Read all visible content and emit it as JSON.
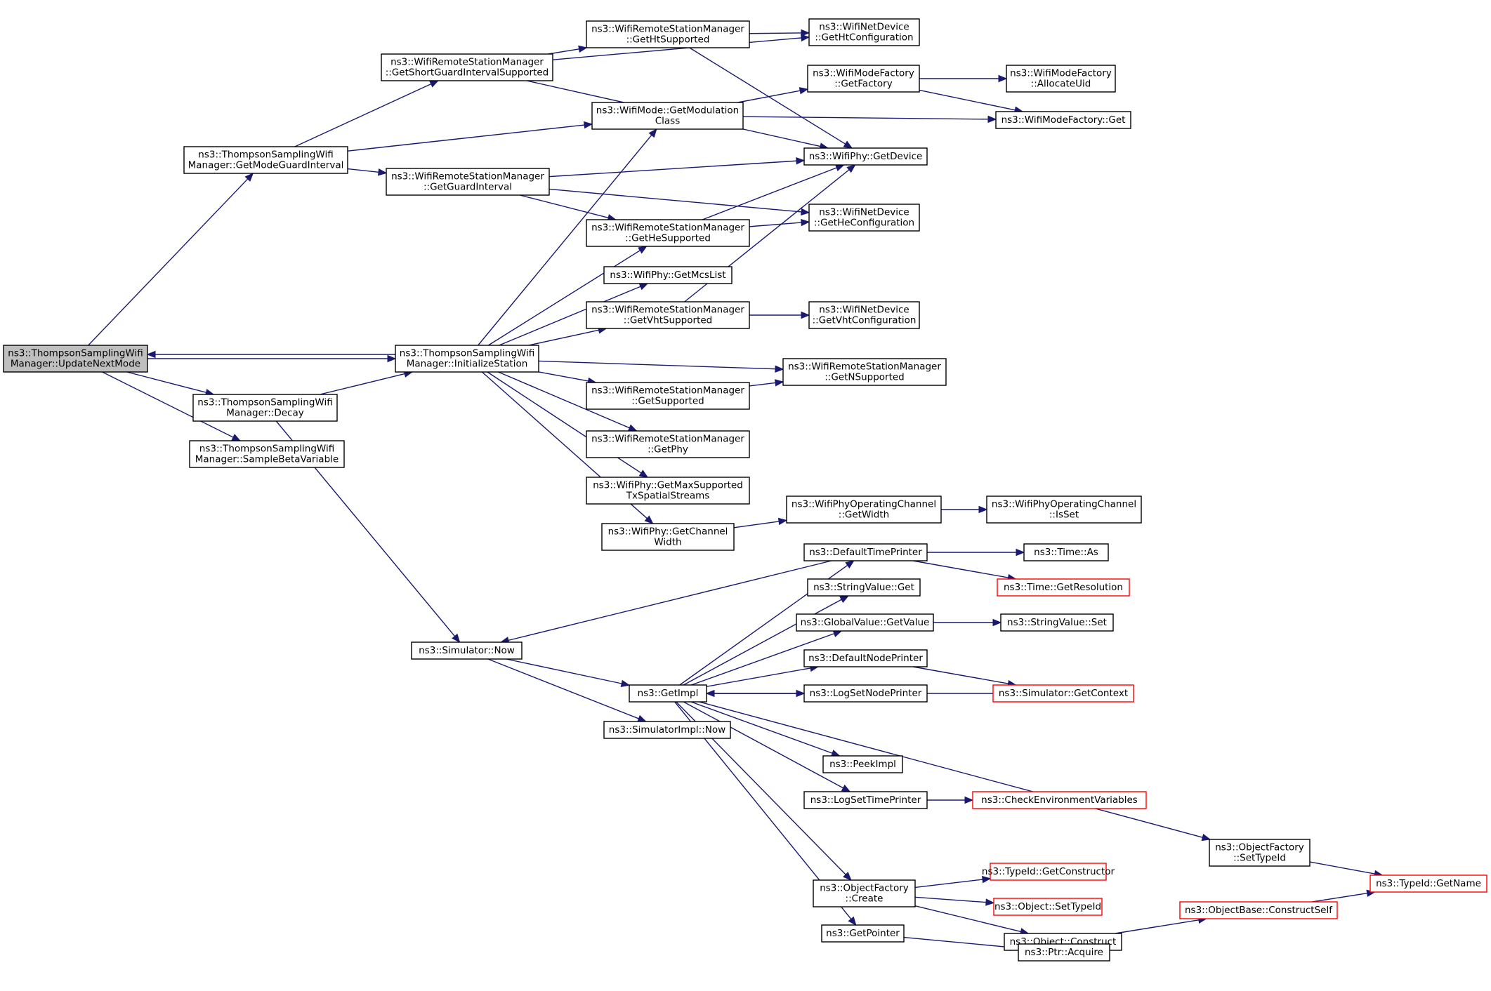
{
  "colors": {
    "edge": "#191970",
    "root_fill": "#bfbfbf",
    "node_border": "#000000",
    "external_border": "#ff0000"
  },
  "nodes": [
    {
      "id": "n0",
      "kind": "root",
      "lines": [
        "ns3::ThompsonSamplingWifi",
        "Manager::UpdateNextMode"
      ]
    },
    {
      "id": "n1",
      "kind": "normal",
      "lines": [
        "ns3::ThompsonSamplingWifi",
        "Manager::GetModeGuardInterval"
      ]
    },
    {
      "id": "n2",
      "kind": "normal",
      "lines": [
        "ns3::WifiRemoteStationManager",
        "::GetShortGuardIntervalSupported"
      ]
    },
    {
      "id": "n3",
      "kind": "normal",
      "lines": [
        "ns3::WifiRemoteStationManager",
        "::GetHtSupported"
      ]
    },
    {
      "id": "n4",
      "kind": "normal",
      "lines": [
        "ns3::WifiNetDevice",
        "::GetHtConfiguration"
      ]
    },
    {
      "id": "n5",
      "kind": "normal",
      "lines": [
        "ns3::WifiPhy::GetDevice"
      ]
    },
    {
      "id": "n6",
      "kind": "normal",
      "lines": [
        "ns3::WifiMode::GetModulation",
        "Class"
      ]
    },
    {
      "id": "n7",
      "kind": "normal",
      "lines": [
        "ns3::WifiModeFactory",
        "::GetFactory"
      ]
    },
    {
      "id": "n8",
      "kind": "normal",
      "lines": [
        "ns3::WifiModeFactory",
        "::AllocateUid"
      ]
    },
    {
      "id": "n9",
      "kind": "normal",
      "lines": [
        "ns3::WifiModeFactory::Get"
      ]
    },
    {
      "id": "n10",
      "kind": "normal",
      "lines": [
        "ns3::WifiRemoteStationManager",
        "::GetGuardInterval"
      ]
    },
    {
      "id": "n11",
      "kind": "normal",
      "lines": [
        "ns3::WifiRemoteStationManager",
        "::GetHeSupported"
      ]
    },
    {
      "id": "n12",
      "kind": "normal",
      "lines": [
        "ns3::WifiNetDevice",
        "::GetHeConfiguration"
      ]
    },
    {
      "id": "n13",
      "kind": "normal",
      "lines": [
        "ns3::ThompsonSamplingWifi",
        "Manager::InitializeStation"
      ]
    },
    {
      "id": "n14",
      "kind": "normal",
      "lines": [
        "ns3::WifiPhy::GetMcsList"
      ]
    },
    {
      "id": "n15",
      "kind": "normal",
      "lines": [
        "ns3::WifiRemoteStationManager",
        "::GetVhtSupported"
      ]
    },
    {
      "id": "n16",
      "kind": "normal",
      "lines": [
        "ns3::WifiNetDevice",
        "::GetVhtConfiguration"
      ]
    },
    {
      "id": "n17",
      "kind": "normal",
      "lines": [
        "ns3::WifiRemoteStationManager",
        "::GetNSupported"
      ]
    },
    {
      "id": "n18",
      "kind": "normal",
      "lines": [
        "ns3::WifiRemoteStationManager",
        "::GetSupported"
      ]
    },
    {
      "id": "n19",
      "kind": "normal",
      "lines": [
        "ns3::WifiRemoteStationManager",
        "::GetPhy"
      ]
    },
    {
      "id": "n20",
      "kind": "normal",
      "lines": [
        "ns3::WifiPhy::GetMaxSupported",
        "TxSpatialStreams"
      ]
    },
    {
      "id": "n21",
      "kind": "normal",
      "lines": [
        "ns3::WifiPhy::GetChannel",
        "Width"
      ]
    },
    {
      "id": "n22",
      "kind": "normal",
      "lines": [
        "ns3::WifiPhyOperatingChannel",
        "::GetWidth"
      ]
    },
    {
      "id": "n23",
      "kind": "normal",
      "lines": [
        "ns3::WifiPhyOperatingChannel",
        "::IsSet"
      ]
    },
    {
      "id": "n24",
      "kind": "normal",
      "lines": [
        "ns3::ThompsonSamplingWifi",
        "Manager::Decay"
      ]
    },
    {
      "id": "n25",
      "kind": "normal",
      "lines": [
        "ns3::ThompsonSamplingWifi",
        "Manager::SampleBetaVariable"
      ]
    },
    {
      "id": "n26",
      "kind": "normal",
      "lines": [
        "ns3::Simulator::Now"
      ]
    },
    {
      "id": "n27",
      "kind": "normal",
      "lines": [
        "ns3::GetImpl"
      ]
    },
    {
      "id": "n28",
      "kind": "normal",
      "lines": [
        "ns3::SimulatorImpl::Now"
      ]
    },
    {
      "id": "n29",
      "kind": "normal",
      "lines": [
        "ns3::DefaultTimePrinter"
      ]
    },
    {
      "id": "n30",
      "kind": "normal",
      "lines": [
        "ns3::Time::As"
      ]
    },
    {
      "id": "n31",
      "kind": "external",
      "lines": [
        "ns3::Time::GetResolution"
      ]
    },
    {
      "id": "n32",
      "kind": "normal",
      "lines": [
        "ns3::StringValue::Get"
      ]
    },
    {
      "id": "n33",
      "kind": "normal",
      "lines": [
        "ns3::GlobalValue::GetValue"
      ]
    },
    {
      "id": "n34",
      "kind": "normal",
      "lines": [
        "ns3::StringValue::Set"
      ]
    },
    {
      "id": "n35",
      "kind": "normal",
      "lines": [
        "ns3::DefaultNodePrinter"
      ]
    },
    {
      "id": "n36",
      "kind": "external",
      "lines": [
        "ns3::Simulator::GetContext"
      ]
    },
    {
      "id": "n37",
      "kind": "normal",
      "lines": [
        "ns3::LogSetNodePrinter"
      ]
    },
    {
      "id": "n38",
      "kind": "normal",
      "lines": [
        "ns3::PeekImpl"
      ]
    },
    {
      "id": "n39",
      "kind": "normal",
      "lines": [
        "ns3::LogSetTimePrinter"
      ]
    },
    {
      "id": "n40",
      "kind": "external",
      "lines": [
        "ns3::CheckEnvironmentVariables"
      ]
    },
    {
      "id": "n41",
      "kind": "normal",
      "lines": [
        "ns3::ObjectFactory",
        "::SetTypeId"
      ]
    },
    {
      "id": "n42",
      "kind": "external",
      "lines": [
        "ns3::TypeId::GetName"
      ]
    },
    {
      "id": "n43",
      "kind": "normal",
      "lines": [
        "ns3::ObjectFactory",
        "::Create"
      ]
    },
    {
      "id": "n44",
      "kind": "external",
      "lines": [
        "ns3::TypeId::GetConstructor"
      ]
    },
    {
      "id": "n45",
      "kind": "external",
      "lines": [
        "ns3::Object::SetTypeId"
      ]
    },
    {
      "id": "n46",
      "kind": "normal",
      "lines": [
        "ns3::Object::Construct"
      ]
    },
    {
      "id": "n47",
      "kind": "external",
      "lines": [
        "ns3::ObjectBase::ConstructSelf"
      ]
    },
    {
      "id": "n48",
      "kind": "normal",
      "lines": [
        "ns3::GetPointer"
      ]
    },
    {
      "id": "n49",
      "kind": "normal",
      "lines": [
        "ns3::Ptr::Acquire"
      ]
    }
  ],
  "edges": [
    {
      "from": "n0",
      "to": "n1"
    },
    {
      "from": "n0",
      "to": "n13"
    },
    {
      "from": "n0",
      "to": "n24"
    },
    {
      "from": "n0",
      "to": "n25"
    },
    {
      "from": "n1",
      "to": "n2"
    },
    {
      "from": "n1",
      "to": "n6"
    },
    {
      "from": "n1",
      "to": "n10"
    },
    {
      "from": "n2",
      "to": "n3"
    },
    {
      "from": "n2",
      "to": "n4"
    },
    {
      "from": "n2",
      "to": "n5"
    },
    {
      "from": "n3",
      "to": "n4"
    },
    {
      "from": "n3",
      "to": "n5"
    },
    {
      "from": "n6",
      "to": "n7"
    },
    {
      "from": "n6",
      "to": "n9"
    },
    {
      "from": "n7",
      "to": "n8"
    },
    {
      "from": "n7",
      "to": "n9"
    },
    {
      "from": "n10",
      "to": "n5"
    },
    {
      "from": "n10",
      "to": "n11"
    },
    {
      "from": "n10",
      "to": "n12"
    },
    {
      "from": "n11",
      "to": "n5"
    },
    {
      "from": "n11",
      "to": "n12"
    },
    {
      "from": "n13",
      "to": "n0"
    },
    {
      "from": "n13",
      "to": "n6"
    },
    {
      "from": "n13",
      "to": "n11"
    },
    {
      "from": "n13",
      "to": "n14"
    },
    {
      "from": "n13",
      "to": "n15"
    },
    {
      "from": "n13",
      "to": "n17"
    },
    {
      "from": "n13",
      "to": "n18"
    },
    {
      "from": "n13",
      "to": "n19"
    },
    {
      "from": "n13",
      "to": "n20"
    },
    {
      "from": "n13",
      "to": "n21"
    },
    {
      "from": "n15",
      "to": "n5"
    },
    {
      "from": "n15",
      "to": "n16"
    },
    {
      "from": "n18",
      "to": "n17"
    },
    {
      "from": "n21",
      "to": "n22"
    },
    {
      "from": "n22",
      "to": "n23"
    },
    {
      "from": "n24",
      "to": "n13"
    },
    {
      "from": "n24",
      "to": "n26"
    },
    {
      "from": "n26",
      "to": "n27"
    },
    {
      "from": "n26",
      "to": "n28"
    },
    {
      "from": "n27",
      "to": "n29"
    },
    {
      "from": "n27",
      "to": "n32"
    },
    {
      "from": "n27",
      "to": "n33"
    },
    {
      "from": "n27",
      "to": "n35"
    },
    {
      "from": "n27",
      "to": "n37"
    },
    {
      "from": "n27",
      "to": "n38"
    },
    {
      "from": "n27",
      "to": "n39"
    },
    {
      "from": "n27",
      "to": "n41"
    },
    {
      "from": "n27",
      "to": "n43"
    },
    {
      "from": "n27",
      "to": "n48"
    },
    {
      "from": "n29",
      "to": "n26"
    },
    {
      "from": "n29",
      "to": "n30"
    },
    {
      "from": "n29",
      "to": "n31"
    },
    {
      "from": "n33",
      "to": "n34"
    },
    {
      "from": "n35",
      "to": "n36"
    },
    {
      "from": "n36",
      "to": "n27"
    },
    {
      "from": "n39",
      "to": "n40"
    },
    {
      "from": "n41",
      "to": "n42"
    },
    {
      "from": "n43",
      "to": "n44"
    },
    {
      "from": "n43",
      "to": "n45"
    },
    {
      "from": "n43",
      "to": "n46"
    },
    {
      "from": "n46",
      "to": "n47"
    },
    {
      "from": "n47",
      "to": "n42"
    },
    {
      "from": "n48",
      "to": "n49"
    }
  ]
}
